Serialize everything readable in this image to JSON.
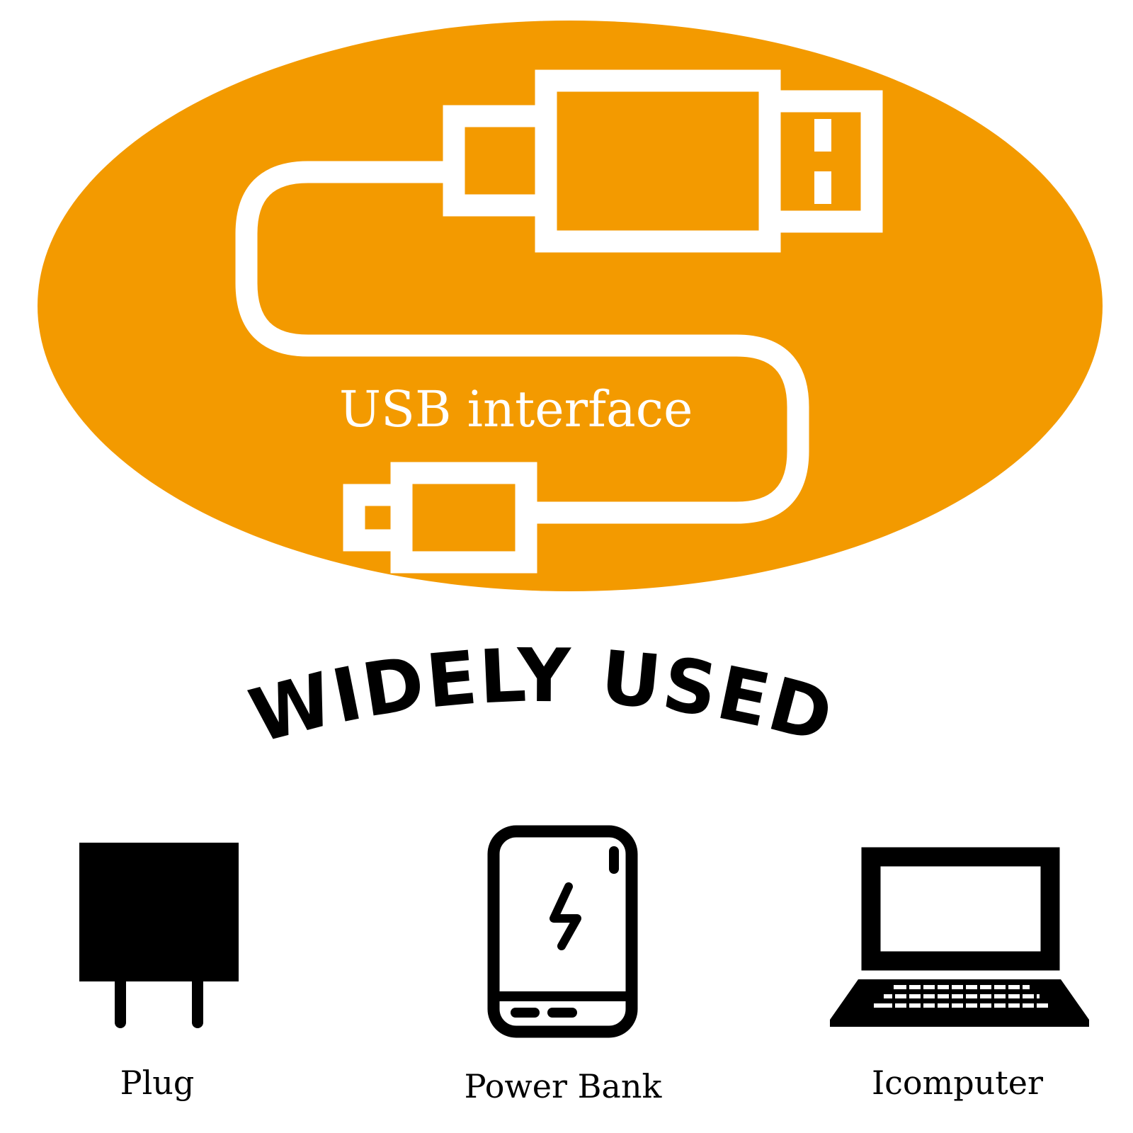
{
  "banner": {
    "label": "USB interface",
    "ellipse_color": "#F39A00",
    "line_color": "#FFFFFF"
  },
  "headline": {
    "text": "WIDELY USED",
    "color": "#000000"
  },
  "devices": [
    {
      "icon": "plug-icon",
      "label": "Plug"
    },
    {
      "icon": "power-bank-icon",
      "label": "Power Bank"
    },
    {
      "icon": "laptop-icon",
      "label": "Icomputer"
    }
  ]
}
